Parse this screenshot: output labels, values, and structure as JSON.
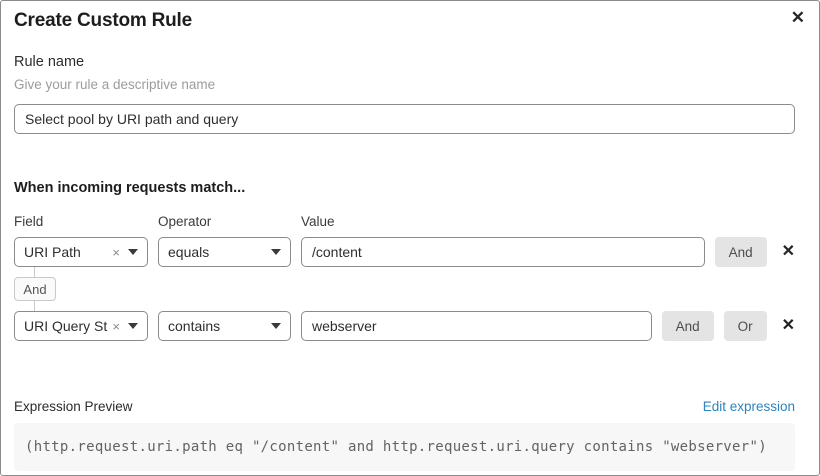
{
  "dialog": {
    "title": "Create Custom Rule"
  },
  "icons": {
    "close": "✕",
    "clear": "×",
    "remove": "✕"
  },
  "rule_name": {
    "label": "Rule name",
    "helper": "Give your rule a descriptive name",
    "value": "Select pool by URI path and query"
  },
  "match": {
    "heading": "When incoming requests match...",
    "columns": {
      "field": "Field",
      "operator": "Operator",
      "value": "Value"
    },
    "connector_label": "And",
    "rows": [
      {
        "field": "URI Path",
        "operator": "equals",
        "value": "/content",
        "and_button": "And"
      },
      {
        "field": "URI Query St...",
        "operator": "contains",
        "value": "webserver",
        "and_button": "And",
        "or_button": "Or"
      }
    ]
  },
  "expression": {
    "label": "Expression Preview",
    "edit_link": "Edit expression",
    "code": "(http.request.uri.path eq \"/content\" and http.request.uri.query contains \"webserver\")"
  },
  "colors": {
    "link_blue": "#2f83bd",
    "button_gray": "#e4e4e4",
    "border_gray": "#8b8b8b",
    "code_bg": "#f7f7f7"
  }
}
